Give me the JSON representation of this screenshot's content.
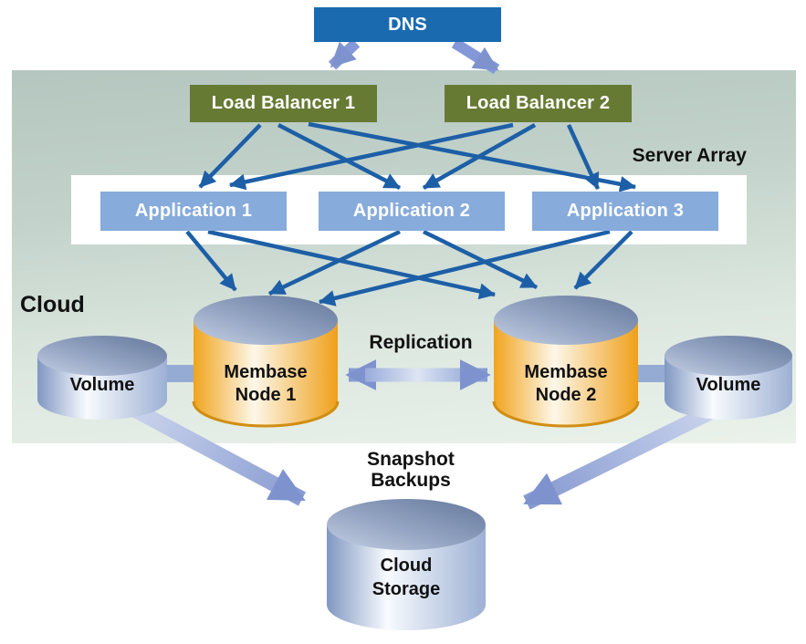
{
  "diagram": {
    "title_hint": "Membase cloud deployment architecture",
    "dns": {
      "label": "DNS"
    },
    "load_balancer_1": {
      "label": "Load Balancer 1"
    },
    "load_balancer_2": {
      "label": "Load Balancer 2"
    },
    "server_array": {
      "label": "Server Array"
    },
    "applications": [
      {
        "label": "Application 1"
      },
      {
        "label": "Application 2"
      },
      {
        "label": "Application 3"
      }
    ],
    "cloud": {
      "label": "Cloud"
    },
    "membase_node_1": {
      "lines": [
        "Membase",
        "Node 1"
      ]
    },
    "membase_node_2": {
      "lines": [
        "Membase",
        "Node 2"
      ]
    },
    "volume_left": {
      "label": "Volume"
    },
    "volume_right": {
      "label": "Volume"
    },
    "replication": {
      "label": "Replication"
    },
    "snapshot_backups": {
      "lines": [
        "Snapshot",
        "Backups"
      ]
    },
    "cloud_storage": {
      "lines": [
        "Cloud",
        "Storage"
      ]
    }
  },
  "colors": {
    "dns_box": "#1a6ab0",
    "load_balancer_box": "#677a34",
    "application_box": "#87abdb",
    "thin_arrow": "#1d5fa6",
    "wide_arrow": "#7e93ce",
    "cloud_bg_top": "#b4c6bf",
    "cloud_bg_bottom": "#eaf2ea",
    "server_band": "#ffffff",
    "membase_cylinder": "#f0a41e",
    "blue_cylinder": "#8097c2",
    "label_text": "#111111"
  }
}
